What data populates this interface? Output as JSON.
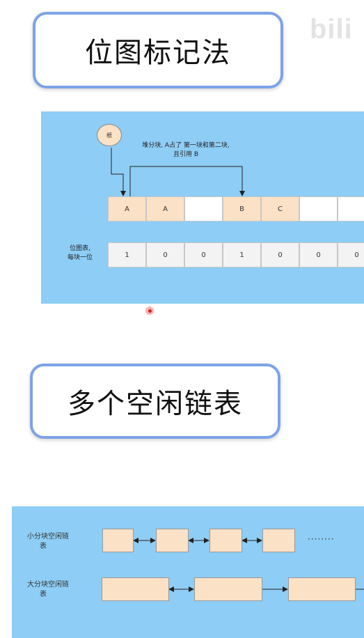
{
  "section1": {
    "title": "位图标记法"
  },
  "watermark": "bili",
  "bitmap_diagram": {
    "cloud_label": "根",
    "note_line1": "堆分块, A占了 第一块和第二块,",
    "note_line2": "且引用 B",
    "blocks": [
      "A",
      "A",
      "",
      "B",
      "C",
      "",
      ""
    ],
    "bitmap_label_line1": "位图表,",
    "bitmap_label_line2": "每块一位",
    "bits": [
      "1",
      "0",
      "0",
      "1",
      "0",
      "0",
      "0"
    ]
  },
  "section2": {
    "title": "多个空闲链表"
  },
  "freelist_diagram": {
    "small_label_line1": "小分块空闲链",
    "small_label_line2": "表",
    "large_label_line1": "大分块空闲链",
    "large_label_line2": "表",
    "ellipsis": "········"
  },
  "colors": {
    "panel": "#8ecdf5",
    "block_fill": "#fbe1c6",
    "title_border": "#7da3e6"
  }
}
